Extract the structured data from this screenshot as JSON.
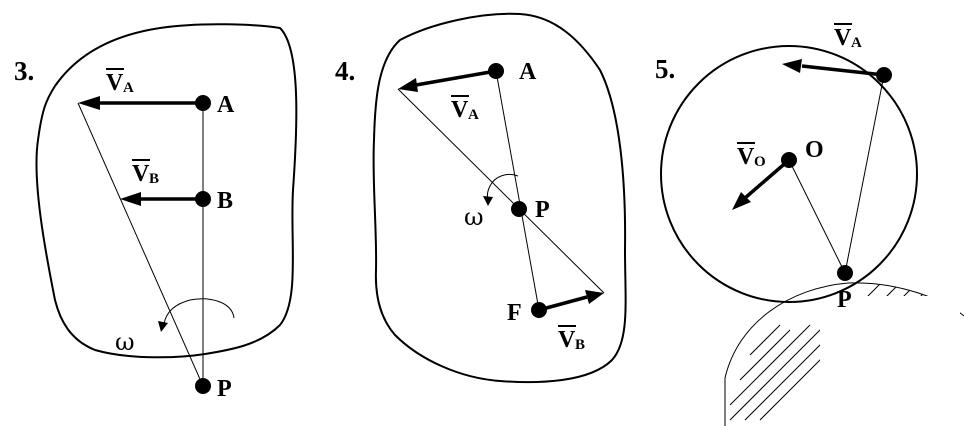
{
  "panels": [
    {
      "number": "3.",
      "points": {
        "a": "A",
        "b": "B",
        "p": "P"
      },
      "vectors": {
        "va": {
          "base": "V",
          "sub": "A"
        },
        "vb": {
          "base": "V",
          "sub": "B"
        }
      },
      "angular": "ω"
    },
    {
      "number": "4.",
      "points": {
        "a": "A",
        "p": "P",
        "f": "F"
      },
      "vectors": {
        "va": {
          "base": "V",
          "sub": "A"
        },
        "vb": {
          "base": "V",
          "sub": "B"
        }
      },
      "angular": "ω"
    },
    {
      "number": "5.",
      "points": {
        "o": "O",
        "p": "P"
      },
      "vectors": {
        "va": {
          "base": "V",
          "sub": "A"
        },
        "vo": {
          "base": "V",
          "sub": "O"
        }
      }
    }
  ]
}
